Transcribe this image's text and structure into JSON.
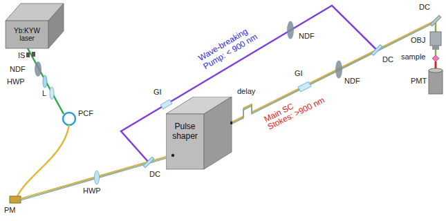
{
  "diagram": {
    "nodes": [
      {
        "text": [
          "Yb:KYW laser"
        ]
      },
      {
        "text": [
          "Pulse shaper"
        ]
      }
    ],
    "labels": [
      "IS",
      "NDF",
      "HWP",
      "L",
      "PCF",
      "PM",
      "HWP",
      "DC",
      "Wave-breaking",
      "Pump: < 900 nm",
      "GI",
      "NDF",
      "delay",
      "Main SC",
      "Stokes: >900 nm",
      "GI",
      "NDF",
      "DC",
      "DC",
      "OBJ",
      "sample",
      "PMT"
    ]
  }
}
